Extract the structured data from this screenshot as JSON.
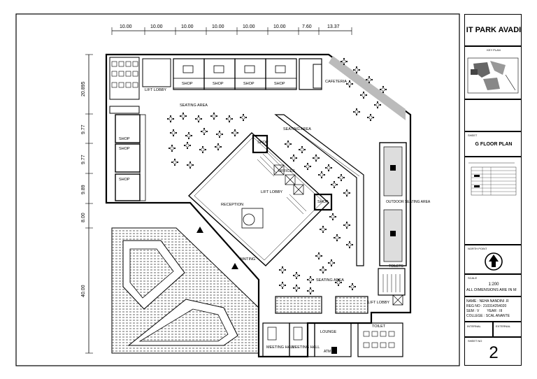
{
  "title_block": {
    "project_name": "IT PARK AVADI",
    "key_plan_label": "KEY PLAN",
    "sheet_label": "SHEET",
    "drawing_title": "G FLOOR PLAN",
    "north_label": "NORTH POINT",
    "scale_label": "SCALE",
    "scale_value": "1:200",
    "dimension_note": "ALL DIMENSIONS ARE IN M",
    "student_name": "NAME : NEHA NANDINI .R",
    "reg_no": "REG NO : 210314254020",
    "year": "SEM : V        YEAR : III",
    "college": "COLLEGE : SCAL ANANTE",
    "internal_label": "INTERNAL",
    "external_label": "EXTERNAL",
    "sheet_no_label": "SHEET NO",
    "sheet_no": "2"
  },
  "top_dimensions": [
    "10.00",
    "10.00",
    "10.00",
    "10.00",
    "10.00",
    "10.00",
    "7.60",
    "13.37"
  ],
  "left_dimensions": [
    "20.895",
    "9.77",
    "9.77",
    "9.89",
    "8.00",
    "40.00"
  ],
  "room_labels": {
    "lift_lobby_top": "LIFT LOBBY",
    "shop": "SHOP",
    "shop_right": "SHOP",
    "cafeteria": "CAFETERIA",
    "seating_top": "SEATING AREA",
    "seating_center": "SEATING AREA",
    "seating_bottom": "SEATING AREA",
    "offices": "OFFICES",
    "lift_lobby_center": "LIFT LOBBY",
    "reception": "RECEPTION",
    "waiting": "WAITING",
    "outdoor_seating": "OUTDOOR SEATING AREA",
    "toilets": "TOILETS",
    "lift_lobby_right": "LIFT LOBBY",
    "meeting_hall_1": "MEETING HALL",
    "meeting_hall_2": "MEETING HALL",
    "lounge": "LOUNGE",
    "toilet": "TOILET",
    "atm": "ATM"
  }
}
